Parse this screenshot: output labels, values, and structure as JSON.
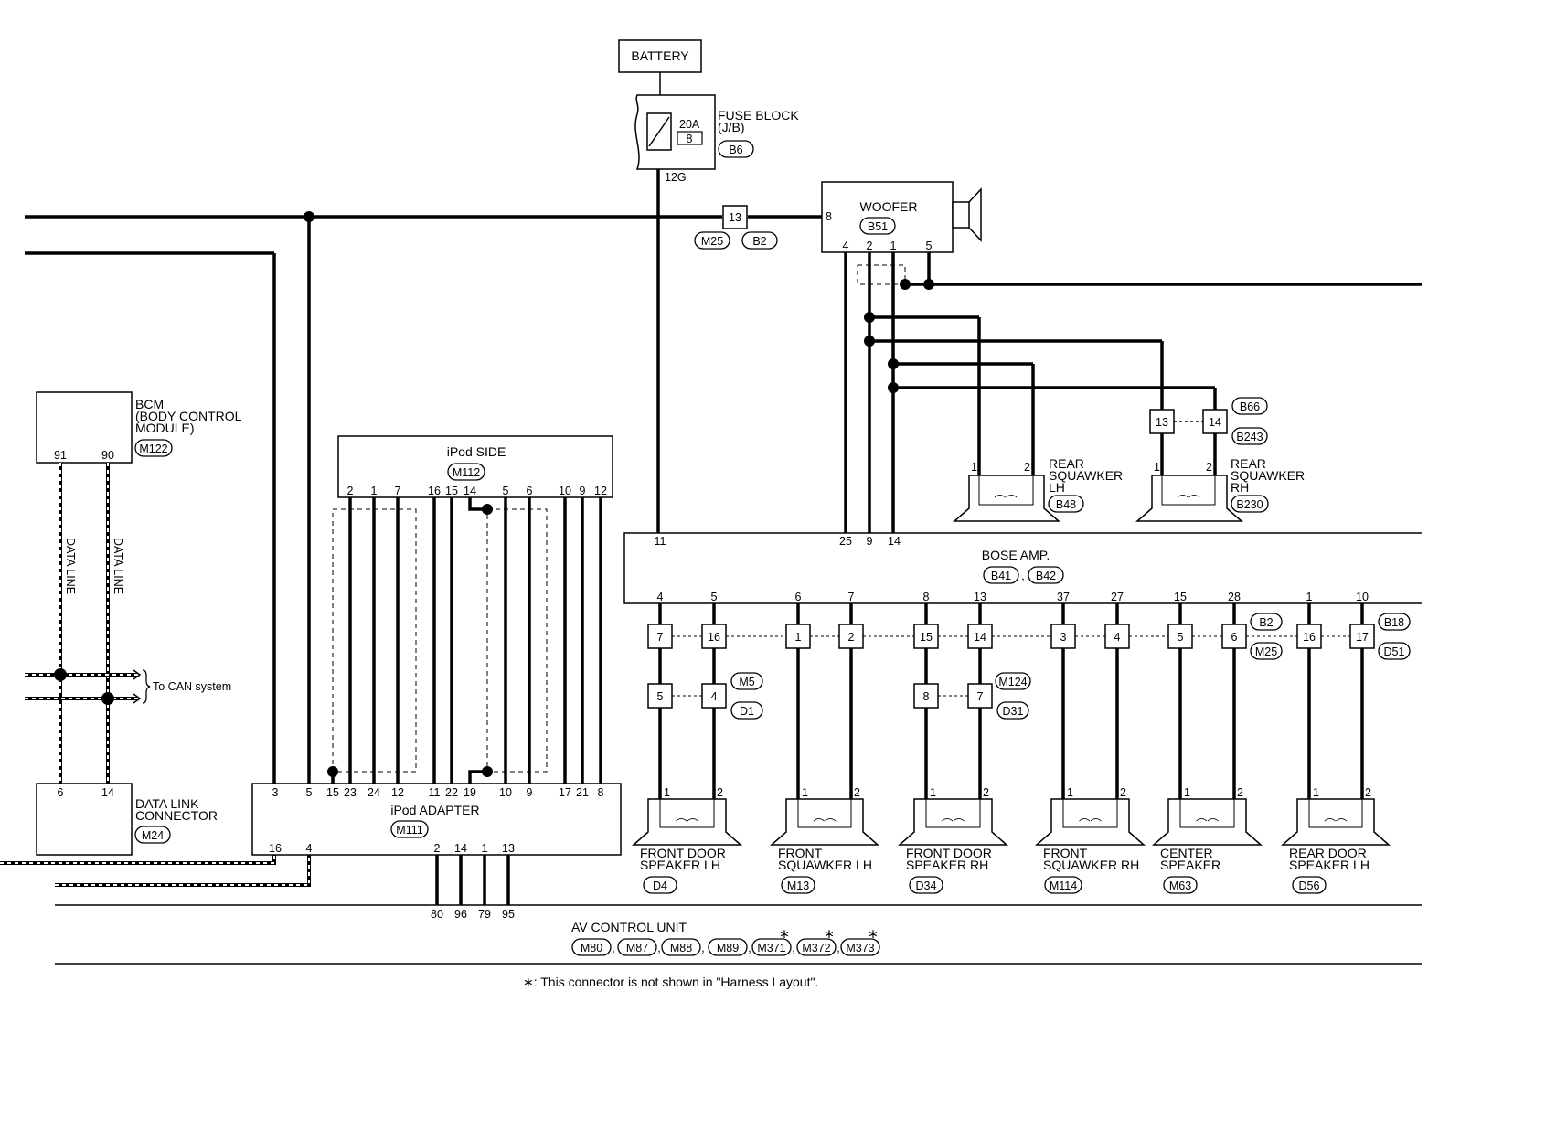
{
  "battery": {
    "label": "BATTERY"
  },
  "fuse_block": {
    "rating": "20A",
    "number": "8",
    "line1": "FUSE BLOCK",
    "line2": "(J/B)",
    "conn": "B6",
    "wire": "12G"
  },
  "woofer": {
    "name": "WOOFER",
    "conn": "B51",
    "pins": [
      "8",
      "4",
      "2",
      "1",
      "5"
    ]
  },
  "junction_13": {
    "pin": "13",
    "conns": [
      "M25",
      "B2"
    ]
  },
  "bcm": {
    "line1": "BCM",
    "line2": "(BODY CONTROL",
    "line3": "MODULE)",
    "conn": "M122",
    "pins": [
      "91",
      "90"
    ]
  },
  "data_line": {
    "label1": "DATA LINE",
    "label2": "DATA LINE",
    "can": "To CAN system"
  },
  "dlc": {
    "line1": "DATA LINK",
    "line2": "CONNECTOR",
    "conn": "M24",
    "pins": [
      "6",
      "14"
    ]
  },
  "ipod_side": {
    "name": "iPod SIDE",
    "conn": "M112",
    "pins": [
      "2",
      "1",
      "7",
      "16",
      "15",
      "14",
      "5",
      "6",
      "10",
      "9",
      "12"
    ]
  },
  "ipod_adapter": {
    "name": "iPod ADAPTER",
    "conn": "M111",
    "top_pins": [
      "3",
      "5",
      "15",
      "23",
      "24",
      "12",
      "11",
      "22",
      "19",
      "10",
      "9",
      "17",
      "21",
      "8"
    ],
    "bottom_pins": [
      "16",
      "4",
      "2",
      "14",
      "1",
      "13"
    ]
  },
  "av_pins": [
    "80",
    "96",
    "79",
    "95"
  ],
  "av_control": {
    "name": "AV CONTROL UNIT",
    "conns": [
      "M80",
      "M87",
      "M88",
      "M89",
      "M371",
      "M372",
      "M373"
    ],
    "sep": ","
  },
  "footnote": "∗: This connector is not shown in \"Harness Layout\".",
  "asterisk": "∗",
  "bose": {
    "name": "BOSE AMP.",
    "conns": [
      "B41",
      "B42"
    ],
    "top_pins": [
      "11",
      "25",
      "9",
      "14"
    ],
    "bottom_pins": [
      "4",
      "5",
      "6",
      "7",
      "8",
      "13",
      "37",
      "27",
      "15",
      "28",
      "1",
      "10"
    ]
  },
  "rear_sq_lh": {
    "line1": "REAR",
    "line2": "SQUAWKER",
    "line3": "LH",
    "conn": "B48",
    "pins": [
      "1",
      "2"
    ]
  },
  "rear_sq_rh": {
    "line1": "REAR",
    "line2": "SQUAWKER",
    "line3": "RH",
    "conn": "B230",
    "pins": [
      "1",
      "2"
    ]
  },
  "rh_junction": {
    "pins": [
      "13",
      "14"
    ],
    "conns": [
      "B66",
      "B243"
    ]
  },
  "junc_row1": {
    "pins": [
      "7",
      "16",
      "1",
      "2",
      "15",
      "14",
      "3",
      "4",
      "5",
      "6",
      "16",
      "17"
    ],
    "conns": [
      "B2",
      "M25",
      "B18",
      "D51"
    ]
  },
  "junc_row2": {
    "pins": [
      "5",
      "4",
      "8",
      "7"
    ],
    "conns": [
      "M5",
      "D1",
      "M124",
      "D31"
    ]
  },
  "speakers": [
    {
      "line1": "FRONT DOOR",
      "line2": "SPEAKER LH",
      "conn": "D4"
    },
    {
      "line1": "FRONT",
      "line2": "SQUAWKER LH",
      "conn": "M13"
    },
    {
      "line1": "FRONT DOOR",
      "line2": "SPEAKER RH",
      "conn": "D34"
    },
    {
      "line1": "FRONT",
      "line2": "SQUAWKER RH",
      "conn": "M114"
    },
    {
      "line1": "CENTER",
      "line2": "SPEAKER",
      "conn": "M63"
    },
    {
      "line1": "REAR DOOR",
      "line2": "SPEAKER LH",
      "conn": "D56"
    }
  ],
  "speaker_pins": [
    "1",
    "2"
  ],
  "coil": "⌒⌒"
}
